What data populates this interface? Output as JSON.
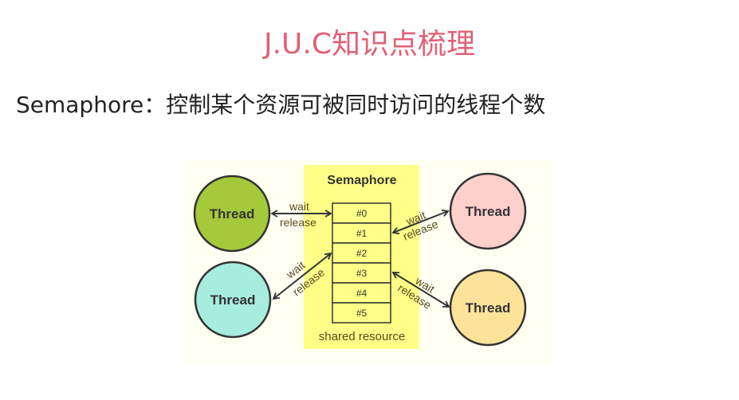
{
  "title": "J.U.C知识点梳理",
  "subtitle": "Semaphore：控制某个资源可被同时访问的线程个数",
  "diagram": {
    "semaphore_label": "Semaphore",
    "resource_label": "shared resource",
    "slots": [
      "#0",
      "#1",
      "#2",
      "#3",
      "#4",
      "#5"
    ],
    "threads": [
      {
        "label": "Thread",
        "color": "#a5c93a"
      },
      {
        "label": "Thread",
        "color": "#a8ecdd"
      },
      {
        "label": "Thread",
        "color": "#fdd0cc"
      },
      {
        "label": "Thread",
        "color": "#fde39a"
      }
    ],
    "wait_label": "wait",
    "release_label": "release",
    "panel_color": "#ffff88",
    "background_color": "#fffff2"
  }
}
